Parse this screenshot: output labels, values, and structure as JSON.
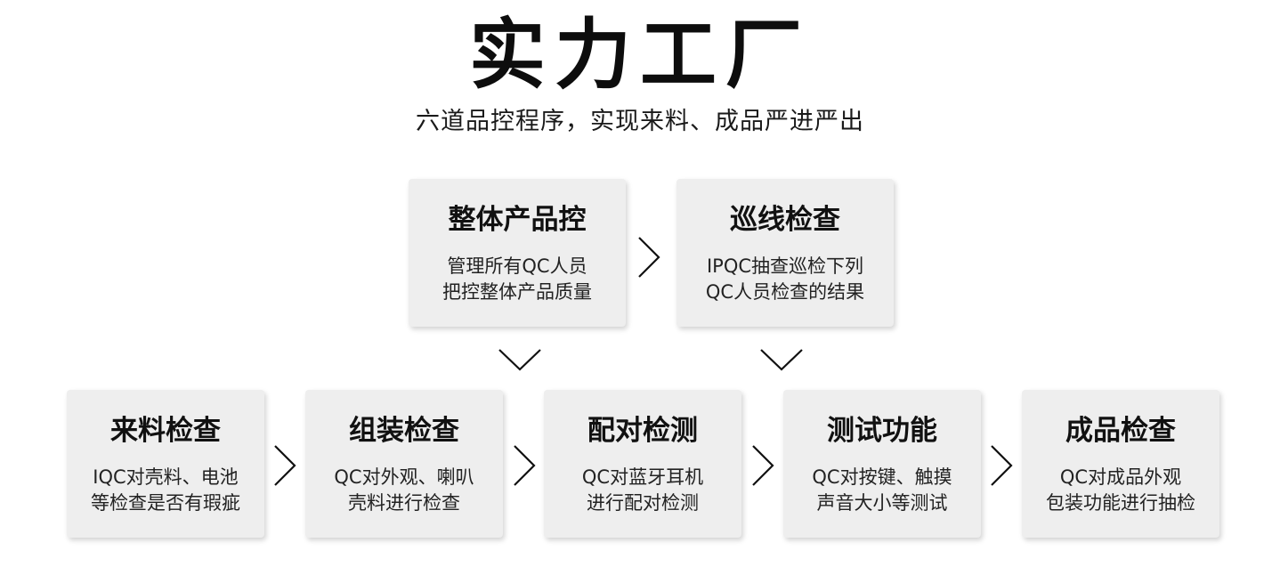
{
  "header": {
    "title": "实力工厂",
    "subtitle": "六道品控程序，实现来料、成品严进严出"
  },
  "top_steps": [
    {
      "title": "整体产品控",
      "lines": [
        "管理所有QC人员",
        "把控整体产品质量"
      ]
    },
    {
      "title": "巡线检查",
      "lines": [
        "IPQC抽查巡检下列",
        "QC人员检查的结果"
      ]
    }
  ],
  "bottom_steps": [
    {
      "title": "来料检查",
      "lines": [
        "IQC对壳料、电池",
        "等检查是否有瑕疵"
      ]
    },
    {
      "title": "组装检查",
      "lines": [
        "QC对外观、喇叭",
        "壳料进行检查"
      ]
    },
    {
      "title": "配对检测",
      "lines": [
        "QC对蓝牙耳机",
        "进行配对检测"
      ]
    },
    {
      "title": "测试功能",
      "lines": [
        "QC对按键、触摸",
        "声音大小等测试"
      ]
    },
    {
      "title": "成品检查",
      "lines": [
        "QC对成品外观",
        "包装功能进行抽检"
      ]
    }
  ],
  "arrow_icons": [
    "chevron-right-icon",
    "chevron-down-icon"
  ]
}
